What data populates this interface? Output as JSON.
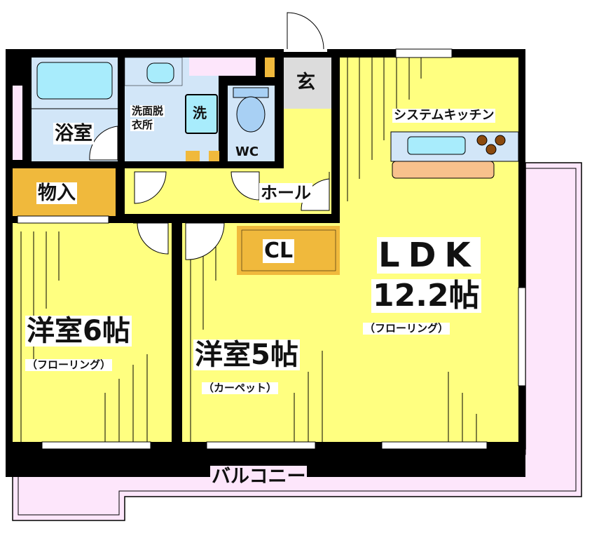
{
  "rooms": {
    "bath": "浴室",
    "washroom_line1": "洗面脱",
    "washroom_line2": "衣所",
    "washer": "洗",
    "wc": "WC",
    "entrance": "玄",
    "kitchen": "システムキッチン",
    "storage": "物入",
    "hall": "ホール",
    "closet": "CL",
    "ldk_name": "LDK",
    "ldk_size": "12.2帖",
    "ldk_floor": "（フローリング）",
    "room6_name": "洋室6帖",
    "room6_floor": "（フローリング）",
    "room5_name": "洋室5帖",
    "room5_floor": "（カーペット）",
    "balcony": "バルコニー"
  },
  "colors": {
    "floor": "#ffff80",
    "wet": "#d2e6f8",
    "storage": "#f0b93c",
    "balcony": "#fde6fb",
    "entrance": "#dcdcdc",
    "wall": "#000000"
  }
}
